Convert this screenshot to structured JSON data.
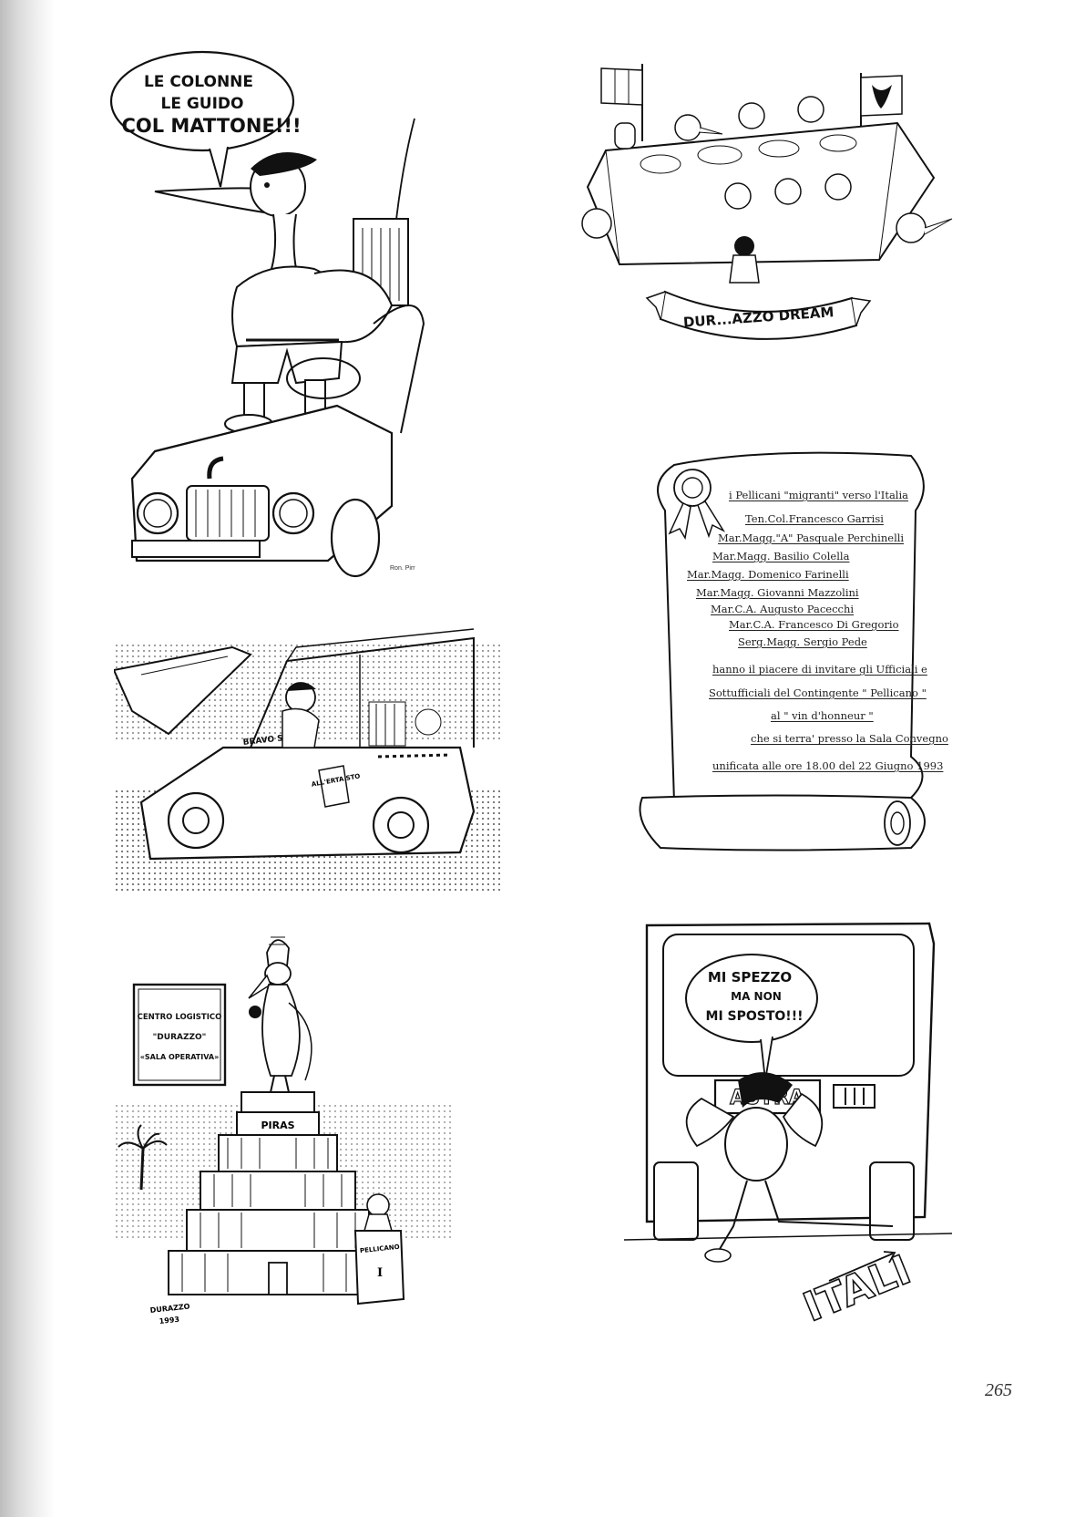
{
  "cartoons": {
    "pelican_jeep": {
      "speech_lines": [
        "LE COLONNE",
        "LE GUIDO",
        "COL MATTONE!!!"
      ],
      "signature": "Ron. Pirr"
    },
    "banquet": {
      "banner": "DUR...AZZO DREAM"
    },
    "vehicle": {
      "door_text": "BRAVO S",
      "sign_text": "ALL'ERTA STO"
    },
    "scroll": {
      "lines": [
        "i Pellicani \"migranti\" verso l'Italia",
        "Ten.Col.Francesco Garrisi",
        "Mar.Magg.\"A\" Pasquale Perchinelli",
        "Mar.Magg. Basilio Colella",
        "Mar.Magg. Domenico Farinelli",
        "Mar.Magg. Giovanni Mazzolini",
        "Mar.C.A. Augusto Pacecchi",
        "Mar.C.A. Francesco Di Gregorio",
        "Serg.Magg. Sergio Pede",
        "hanno il piacere di invitare gli Ufficiali e",
        "Sottufficiali del Contingente \" Pellicano \"",
        "al \" vin d'honneur \"",
        "che si terra' presso la Sala Convegno",
        "unificata alle ore 18.00 del 22 Giugno 1993"
      ]
    },
    "pyramid": {
      "sign_lines": [
        "CENTRO LOGISTICO",
        "\"DURAZZO\"",
        "«SALA OPERATIVA»"
      ],
      "top_block": "PIRAS",
      "crate_label": "PELLICANO",
      "crate_numeral": "I",
      "signature_lines": [
        "DURAZZO",
        "1993"
      ]
    },
    "truck": {
      "speech_lines": [
        "MI SPEZZO",
        "MA NON",
        "MI SPOSTO!!!"
      ],
      "brand": "ASTRA",
      "road_text": "ITALI"
    }
  },
  "page_number": "265"
}
